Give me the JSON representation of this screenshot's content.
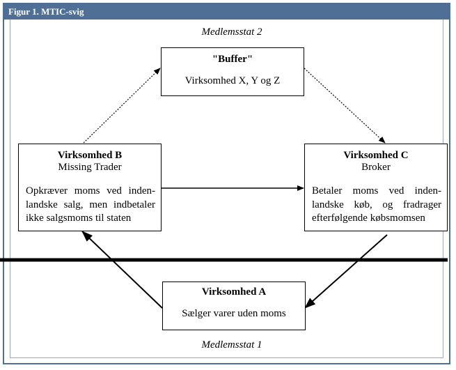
{
  "figure": {
    "title": "Figur 1. MTIC-svig"
  },
  "regions": {
    "top": "Medlemsstat 2",
    "bottom": "Medlemsstat 1"
  },
  "boxes": {
    "buffer": {
      "title": "\"Buffer\"",
      "body": "Virksomhed X, Y og Z"
    },
    "b": {
      "title": "Virksomhed B",
      "subtitle": "Missing Trader",
      "body": "Opkræver moms ved inden-landske salg, men indbetaler ikke salgsmoms til staten"
    },
    "c": {
      "title": "Virksomhed C",
      "subtitle": "Broker",
      "body": "Betaler moms ved inden-landske køb, og fradrager efterfølgende købsmomsen"
    },
    "a": {
      "title": "Virksomhed A",
      "body": "Sælger varer uden moms"
    }
  }
}
